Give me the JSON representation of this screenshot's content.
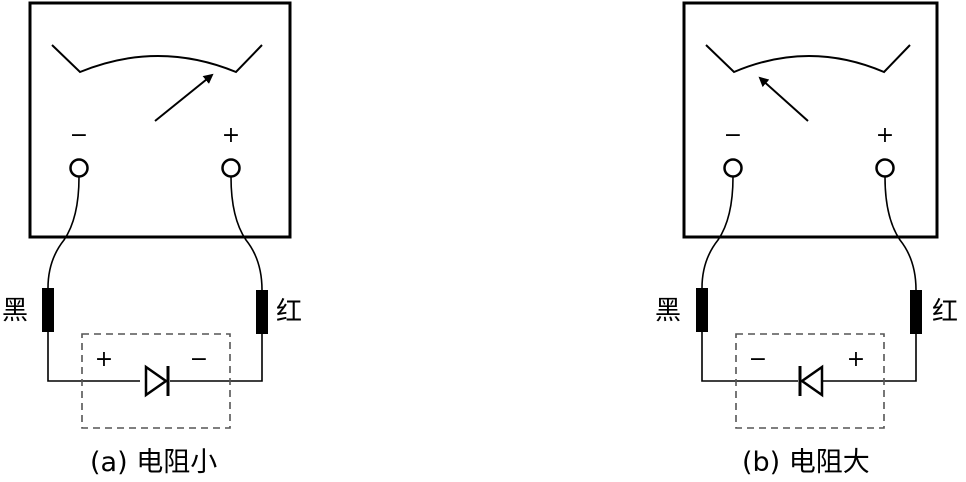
{
  "panels": [
    {
      "id": "a",
      "caption": "(a) 电阻小",
      "meter_minus": "−",
      "meter_plus": "+",
      "black_probe_label": "黑",
      "red_probe_label": "红",
      "diode_left_sign": "+",
      "diode_right_sign": "−",
      "diode_direction": "anode-left",
      "needle_deflection": "large"
    },
    {
      "id": "b",
      "caption": "(b) 电阻大",
      "meter_minus": "−",
      "meter_plus": "+",
      "black_probe_label": "黑",
      "red_probe_label": "红",
      "diode_left_sign": "−",
      "diode_right_sign": "+",
      "diode_direction": "cathode-left",
      "needle_deflection": "small"
    }
  ]
}
